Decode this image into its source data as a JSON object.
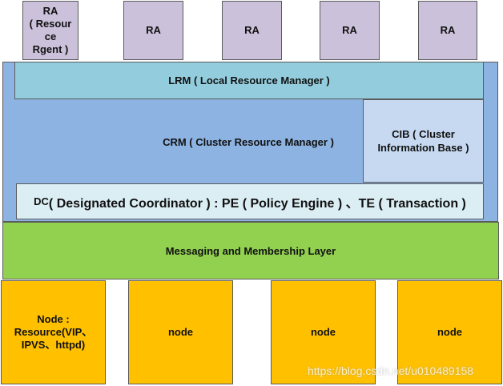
{
  "ra_boxes": [
    "RA\n( Resour\nce\nRgent )",
    "RA",
    "RA",
    "RA",
    "RA"
  ],
  "lrm": "LRM ( Local Resource Manager )",
  "crm": "CRM ( Cluster Resource Manager )",
  "cib": "CIB ( Cluster\nInformation Base )",
  "dc": {
    "prefix": "DC",
    "text": "( Designated Coordinator ) : PE ( Policy Engine ) 、TE ( Transaction )"
  },
  "messaging": "Messaging and Membership Layer",
  "nodes": [
    "Node :\nResource(VIP、\nIPVS、httpd)",
    "node",
    "node",
    "node"
  ],
  "watermark": "https://blog.csdn.net/u010489158",
  "colors": {
    "ra": "#ccc1da",
    "crm": "#8db3e2",
    "lrm": "#93cddd",
    "cib": "#c6d9f1",
    "dc": "#dbeef4",
    "messaging": "#92d050",
    "node": "#ffc000"
  }
}
